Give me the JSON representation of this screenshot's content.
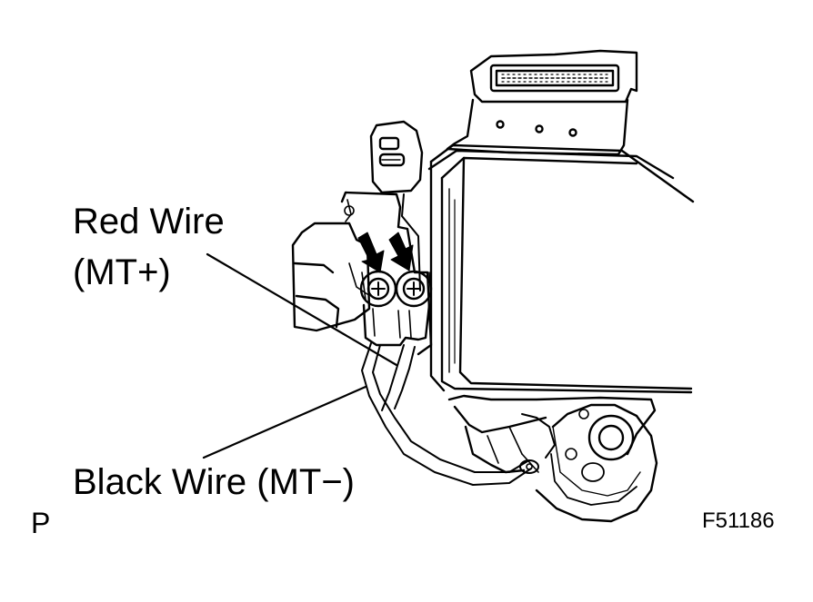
{
  "labels": {
    "red_wire_line1": "Red Wire",
    "red_wire_line2": "(MT+)",
    "black_wire": "Black Wire (MT−)",
    "view_letter": "P",
    "figure_code": "F51186"
  },
  "colors": {
    "ink": "#000000",
    "paper": "#ffffff"
  }
}
